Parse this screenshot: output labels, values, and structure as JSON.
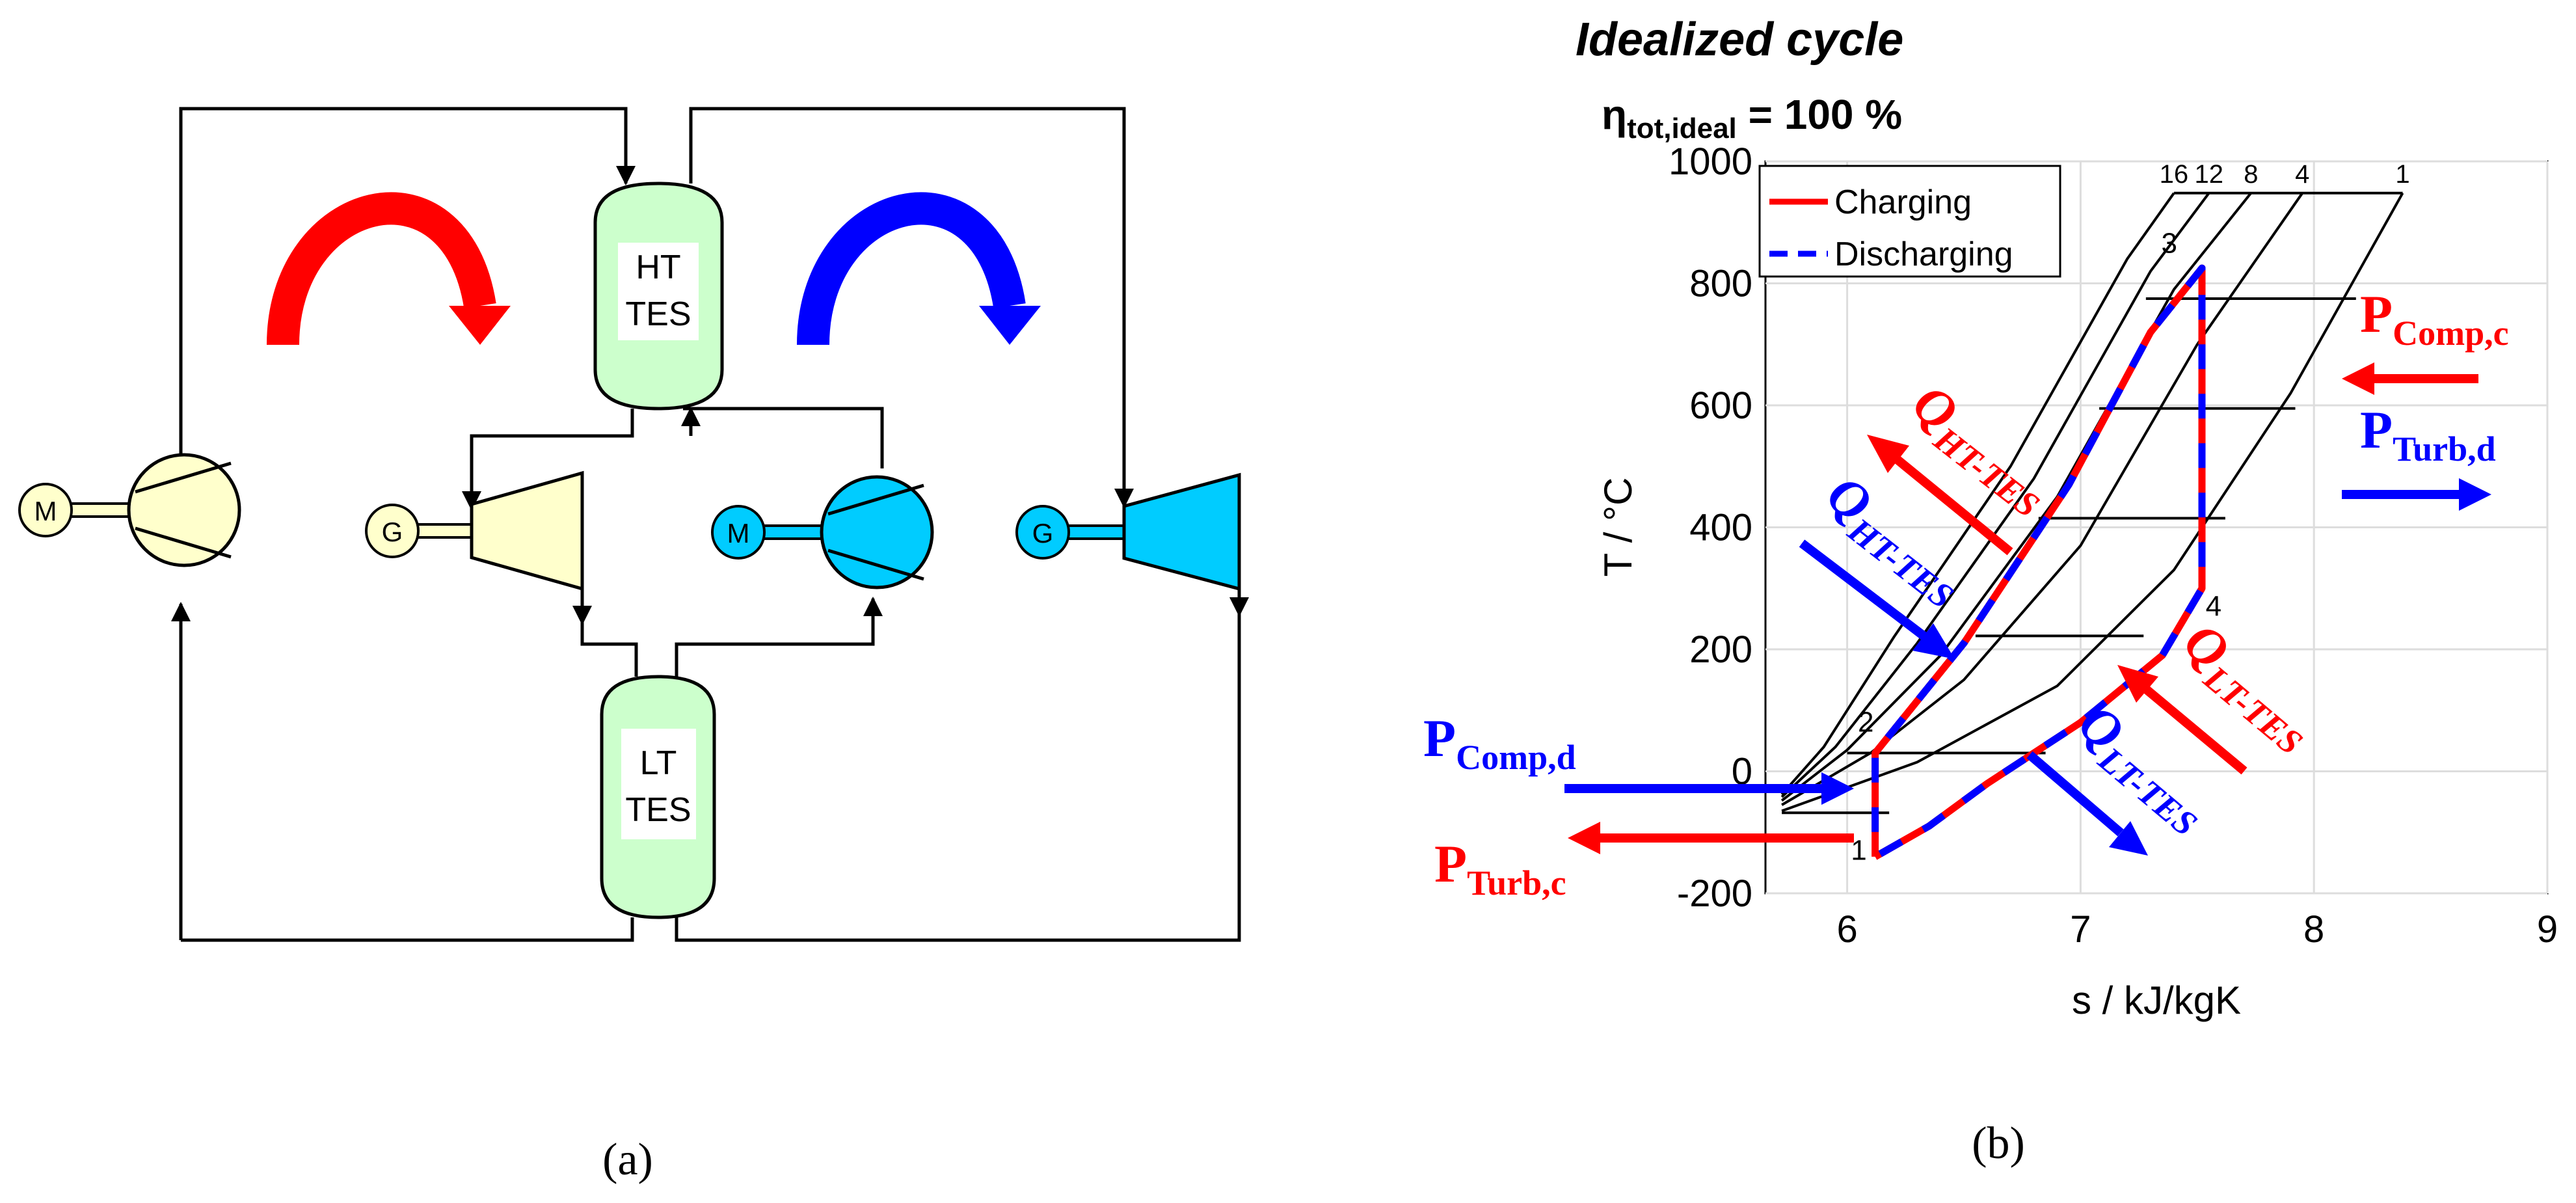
{
  "panel_a": {
    "caption": "(a)",
    "storage_hot": [
      "HT",
      "TES"
    ],
    "storage_cold": [
      "LT",
      "TES"
    ],
    "motor_label": "M",
    "generator_label": "G",
    "colors": {
      "charging": "#ff0000",
      "discharging": "#0000ff",
      "charging_machine": "#ffffcc",
      "discharging_machine": "#00ccff",
      "storage": "#ccffcc"
    },
    "icons": [
      "charging-direction-arrow-icon",
      "discharging-direction-arrow-icon",
      "compressor-icon",
      "turbine-icon",
      "motor-icon",
      "generator-icon",
      "storage-tank-icon"
    ]
  },
  "panel_b": {
    "caption": "(b)",
    "header": "Idealized cycle",
    "efficiency": {
      "symbol": "η",
      "subscript": "tot,ideal",
      "value_text": " = 100 %"
    },
    "labels": {
      "p_comp_c": {
        "main": "P",
        "sub": "Comp,c"
      },
      "p_turb_d": {
        "main": "P",
        "sub": "Turb,d"
      },
      "p_comp_d": {
        "main": "P",
        "sub": "Comp,d"
      },
      "p_turb_c": {
        "main": "P",
        "sub": "Turb,c"
      },
      "q_ht_charge": {
        "main": "Q",
        "sub": "HT-TES"
      },
      "q_ht_discharge": {
        "main": "Q",
        "sub": "HT-TES"
      },
      "q_lt_charge": {
        "main": "Q",
        "sub": "LT-TES"
      },
      "q_lt_discharge": {
        "main": "Q",
        "sub": "LT-TES"
      }
    }
  },
  "chart_data": {
    "type": "line",
    "xlabel": "s / kJ/kgK",
    "ylabel": "T / °C",
    "xlim": [
      5.65,
      9
    ],
    "ylim": [
      -200,
      1000
    ],
    "xticks": [
      6,
      7,
      8,
      9
    ],
    "yticks": [
      -200,
      0,
      200,
      400,
      600,
      800,
      1000
    ],
    "grid": true,
    "legend_position": "top-left",
    "isobar_labels": [
      {
        "text": "16",
        "s": 7.4,
        "T": 965
      },
      {
        "text": "12",
        "s": 7.55,
        "T": 965
      },
      {
        "text": "8",
        "s": 7.73,
        "T": 965
      },
      {
        "text": "4",
        "s": 7.95,
        "T": 965
      },
      {
        "text": "1",
        "s": 8.38,
        "T": 965
      }
    ],
    "state_points": [
      {
        "text": "1",
        "s": 6.05,
        "T": -145
      },
      {
        "text": "2",
        "s": 6.08,
        "T": 65
      },
      {
        "text": "3",
        "s": 7.38,
        "T": 850
      },
      {
        "text": "4",
        "s": 7.57,
        "T": 255
      }
    ],
    "isobars": [
      {
        "p": 1,
        "points": [
          [
            5.72,
            -65
          ],
          [
            6.3,
            15
          ],
          [
            6.9,
            140
          ],
          [
            7.4,
            330
          ],
          [
            7.9,
            620
          ],
          [
            8.38,
            948
          ]
        ]
      },
      {
        "p": 4,
        "points": [
          [
            5.72,
            -55
          ],
          [
            6.1,
            30
          ],
          [
            6.5,
            150
          ],
          [
            7.0,
            370
          ],
          [
            7.5,
            700
          ],
          [
            7.95,
            948
          ]
        ]
      },
      {
        "p": 8,
        "points": [
          [
            5.72,
            -48
          ],
          [
            6.0,
            35
          ],
          [
            6.4,
            190
          ],
          [
            6.9,
            450
          ],
          [
            7.4,
            790
          ],
          [
            7.73,
            948
          ]
        ]
      },
      {
        "p": 12,
        "points": [
          [
            5.72,
            -42
          ],
          [
            5.95,
            40
          ],
          [
            6.3,
            210
          ],
          [
            6.8,
            480
          ],
          [
            7.3,
            820
          ],
          [
            7.55,
            948
          ]
        ]
      },
      {
        "p": 16,
        "points": [
          [
            5.72,
            -38
          ],
          [
            5.9,
            40
          ],
          [
            6.2,
            220
          ],
          [
            6.7,
            500
          ],
          [
            7.2,
            840
          ],
          [
            7.4,
            948
          ]
        ]
      }
    ],
    "isotherms": [
      {
        "T": 948,
        "s": [
          7.4,
          8.38
        ]
      },
      {
        "T": 775,
        "s": [
          7.28,
          8.18
        ]
      },
      {
        "T": 595,
        "s": [
          7.08,
          7.92
        ]
      },
      {
        "T": 415,
        "s": [
          6.82,
          7.62
        ]
      },
      {
        "T": 222,
        "s": [
          6.55,
          7.27
        ]
      },
      {
        "T": 30,
        "s": [
          6.0,
          6.85
        ]
      },
      {
        "T": -68,
        "s": [
          5.72,
          6.18
        ]
      }
    ],
    "series": [
      {
        "name": "Charging",
        "color": "#ff0000",
        "style": "solid",
        "points": [
          [
            6.12,
            -140
          ],
          [
            6.12,
            30
          ],
          [
            6.5,
            210
          ],
          [
            6.95,
            470
          ],
          [
            7.3,
            720
          ],
          [
            7.52,
            825
          ],
          [
            7.52,
            300
          ],
          [
            7.35,
            190
          ],
          [
            7.0,
            80
          ],
          [
            6.6,
            -20
          ],
          [
            6.35,
            -90
          ],
          [
            6.12,
            -140
          ]
        ]
      },
      {
        "name": "Discharging",
        "color": "#0000ff",
        "style": "dashed",
        "points": [
          [
            6.12,
            -140
          ],
          [
            6.12,
            30
          ],
          [
            6.5,
            210
          ],
          [
            6.95,
            470
          ],
          [
            7.3,
            720
          ],
          [
            7.52,
            825
          ],
          [
            7.52,
            300
          ],
          [
            7.35,
            190
          ],
          [
            7.0,
            80
          ],
          [
            6.6,
            -20
          ],
          [
            6.35,
            -90
          ],
          [
            6.12,
            -140
          ]
        ]
      }
    ]
  }
}
